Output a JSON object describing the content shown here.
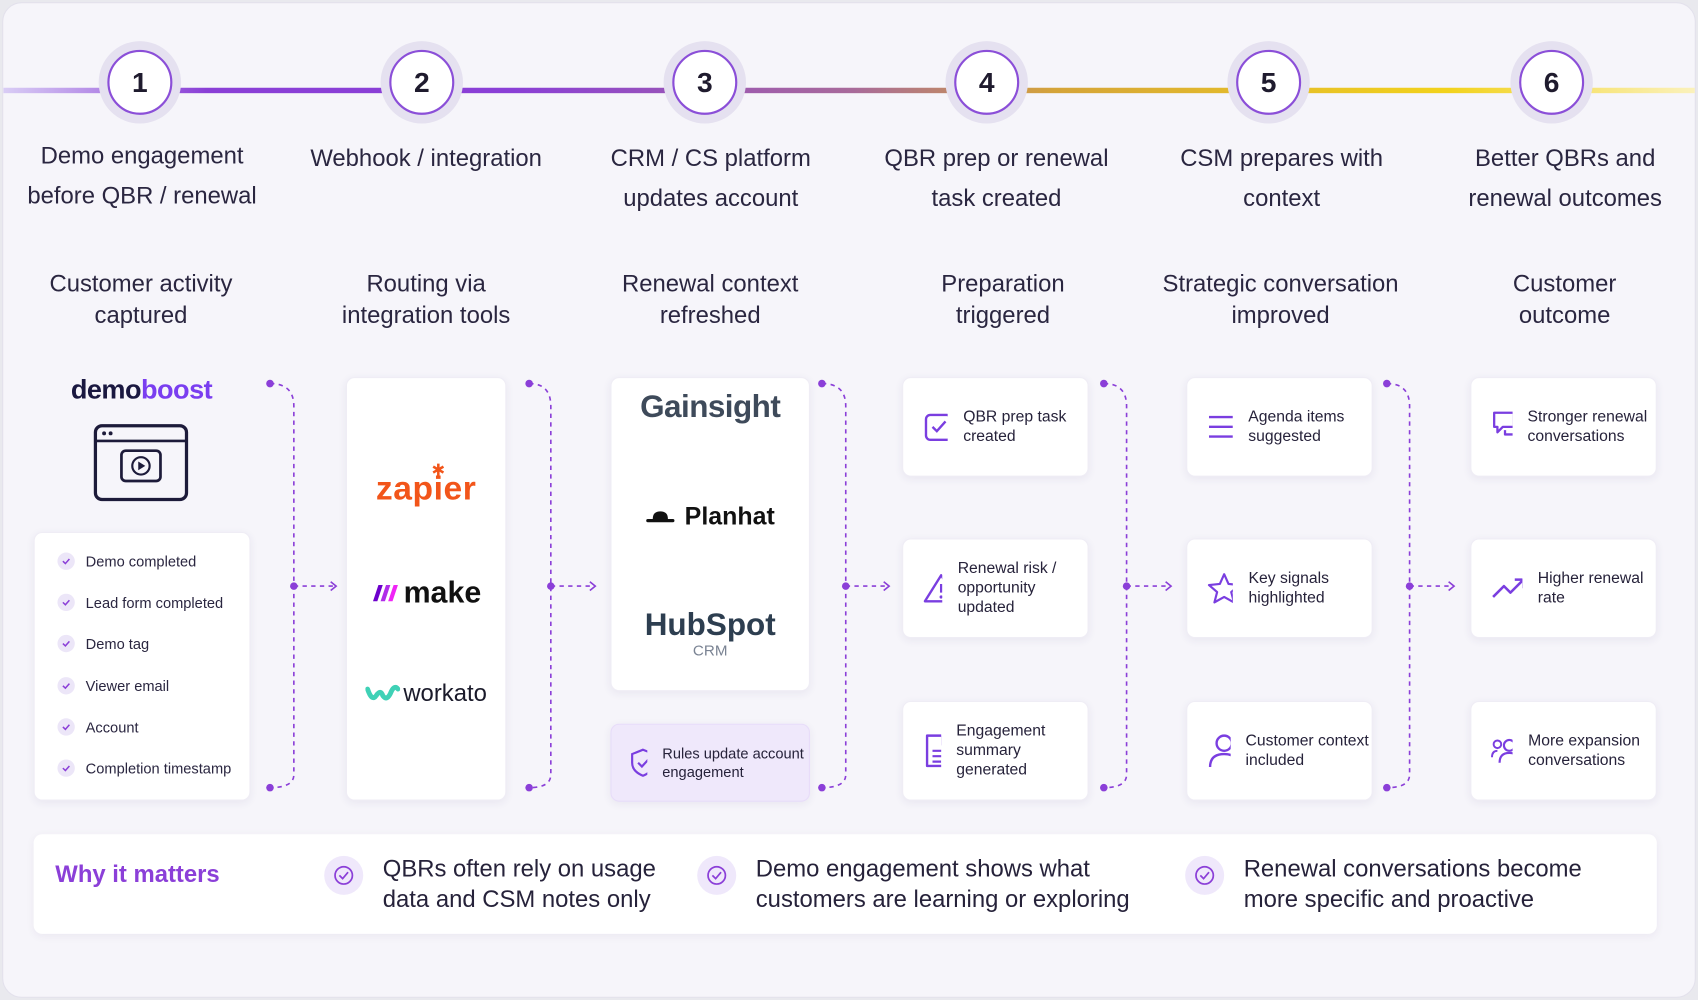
{
  "steps": [
    {
      "number": "1",
      "title": "Demo engagement before QBR / renewal",
      "stage": "Customer activity captured"
    },
    {
      "number": "2",
      "title": "Webhook / integration",
      "stage": "Routing via integration tools"
    },
    {
      "number": "3",
      "title": "CRM / CS platform updates account",
      "stage": "Renewal context refreshed"
    },
    {
      "number": "4",
      "title": "QBR prep or renewal task created",
      "stage": "Preparation triggered"
    },
    {
      "number": "5",
      "title": "CSM prepares with context",
      "stage": "Strategic conversation improved"
    },
    {
      "number": "6",
      "title": "Better QBRs and renewal outcomes",
      "stage": "Customer outcome"
    }
  ],
  "demoboost": {
    "logo_part1": "demo",
    "logo_part2": "boost",
    "events": [
      "Demo completed",
      "Lead form completed",
      "Demo tag",
      "Viewer email",
      "Account",
      "Completion timestamp"
    ]
  },
  "integrations": {
    "zapier": "zapier",
    "make": "make",
    "workato": "workato"
  },
  "platforms": {
    "gainsight": "Gainsight",
    "planhat": "Planhat",
    "hubspot": "HubSpot",
    "hubspot_sub": "CRM",
    "rules_note": "Rules update account engagement"
  },
  "preparation": [
    {
      "icon": "checkbox-icon",
      "label": "QBR prep task created"
    },
    {
      "icon": "warning-icon",
      "label": "Renewal risk / opportunity updated"
    },
    {
      "icon": "document-icon",
      "label": "Engagement summary generated"
    }
  ],
  "strategic": [
    {
      "icon": "list-icon",
      "label": "Agenda items suggested"
    },
    {
      "icon": "star-icon",
      "label": "Key signals highlighted"
    },
    {
      "icon": "user-icon",
      "label": "Customer context included"
    }
  ],
  "outcomes": [
    {
      "icon": "chat-icon",
      "label": "Stronger renewal conversations"
    },
    {
      "icon": "trend-up-icon",
      "label": "Higher renewal rate"
    },
    {
      "icon": "users-icon",
      "label": "More expansion conversations"
    }
  ],
  "why": {
    "title": "Why it matters",
    "items": [
      "QBRs often rely on usage data and CSM notes only",
      "Demo engagement shows what customers are learning or exploring",
      "Renewal conversations become more specific and proactive"
    ]
  },
  "colors": {
    "accent": "#8b3fd8",
    "line_start": "#b9a3ea",
    "line_end": "#f2d21c"
  }
}
